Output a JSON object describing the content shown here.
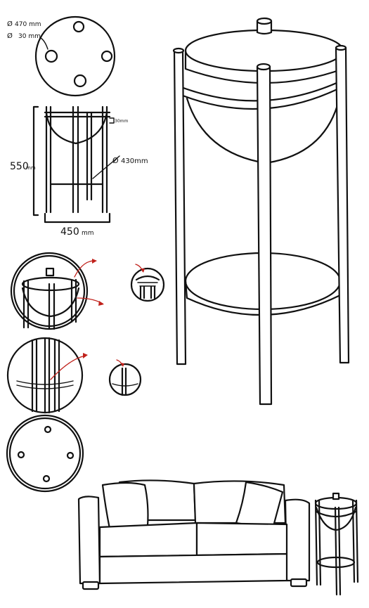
{
  "dimensions": {
    "top_diameter": "470 mm",
    "hole_diameter": "30 mm",
    "rim_height": "30mm",
    "bowl_diameter": "430mm",
    "height": "550",
    "height_unit": "mm",
    "width": "450",
    "width_unit": "mm"
  },
  "symbols": {
    "diameter": "Ø"
  },
  "colors": {
    "ink": "#111111",
    "callout_arrow": "#c0211b",
    "paper": "#ffffff"
  }
}
